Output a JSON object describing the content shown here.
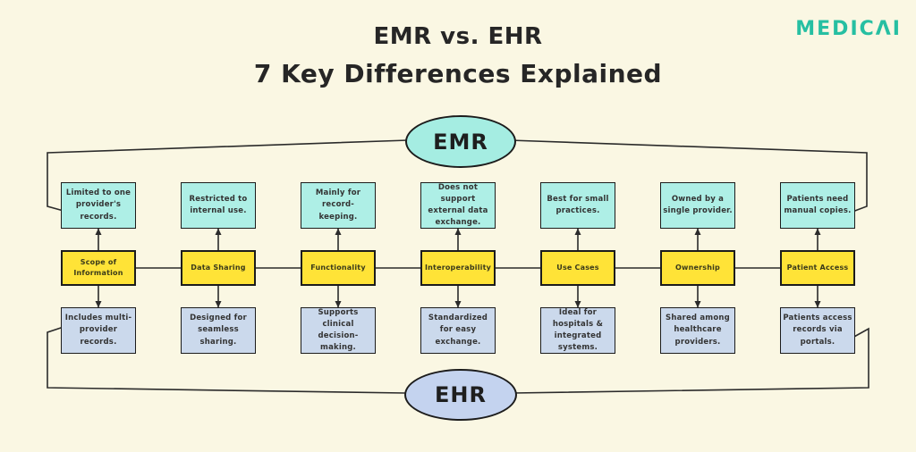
{
  "title": {
    "line1": "EMR vs. EHR",
    "line2": "7 Key Differences Explained"
  },
  "brand": {
    "name": "MEDICAI",
    "display": "MEDICΛI",
    "color": "#26bfa2"
  },
  "nodes": {
    "emr_label": "EMR",
    "ehr_label": "EHR"
  },
  "colors": {
    "background": "#faf7e3",
    "emr_fill": "#a5ede2",
    "emr_box_fill": "#aeefe6",
    "ehr_fill": "#c4d3ef",
    "ehr_box_fill": "#cbd9ec",
    "category_fill": "#ffe337",
    "line": "#2b2b2b"
  },
  "columns": [
    {
      "category": "Scope of Information",
      "emr": "Limited to one provider's records.",
      "ehr": "Includes multi-provider records."
    },
    {
      "category": "Data Sharing",
      "emr": "Restricted to internal use.",
      "ehr": "Designed for seamless sharing."
    },
    {
      "category": "Functionality",
      "emr": "Mainly for record-keeping.",
      "ehr": "Supports clinical decision-making."
    },
    {
      "category": "Interoperability",
      "emr": "Does not support external data exchange.",
      "ehr": "Standardized for easy exchange."
    },
    {
      "category": "Use Cases",
      "emr": "Best for small practices.",
      "ehr": "Ideal for hospitals & integrated systems."
    },
    {
      "category": "Ownership",
      "emr": "Owned by a single provider.",
      "ehr": "Shared among healthcare providers."
    },
    {
      "category": "Patient Access",
      "emr": "Patients need manual copies.",
      "ehr": "Patients access records via portals."
    }
  ]
}
